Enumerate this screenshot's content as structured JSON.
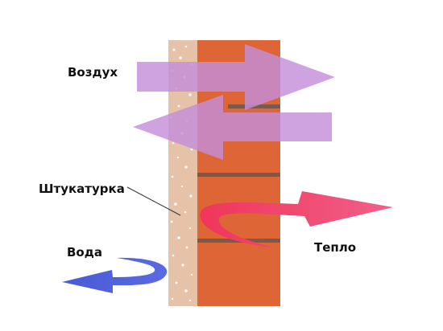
{
  "labels": {
    "air": "Воздух",
    "plaster": "Штукатурка",
    "heat": "Тепло",
    "water": "Вода"
  },
  "colors": {
    "brick": "#dd6536",
    "mortar": "#7a5a4a",
    "plaster": "#e6c2a8",
    "air_arrow": "#c48dd9",
    "heat_arrow": "#e8405d",
    "water_arrow": "#5060dd"
  }
}
